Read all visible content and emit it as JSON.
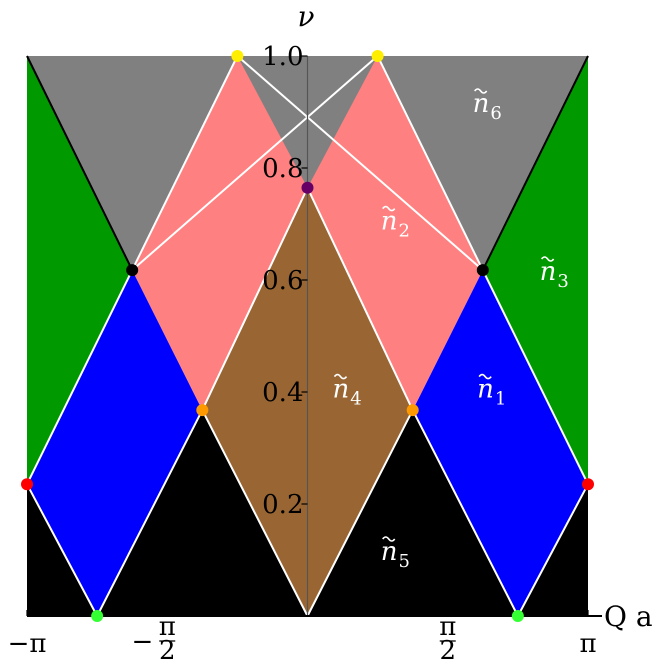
{
  "chart_data": {
    "type": "area",
    "xlabel": "Q a",
    "ylabel": "ν",
    "xlim": [
      -3.14159,
      3.14159
    ],
    "ylim": [
      0,
      1.0
    ],
    "x_ticks": [
      {
        "value": -3.14159,
        "label": "−π",
        "kind": "plain"
      },
      {
        "value": -1.5708,
        "label": "−",
        "num": "π",
        "den": "2",
        "kind": "frac"
      },
      {
        "value": 1.5708,
        "label": "",
        "num": "π",
        "den": "2",
        "kind": "frac"
      },
      {
        "value": 3.14159,
        "label": "π",
        "kind": "plain"
      }
    ],
    "y_ticks": [
      {
        "value": 0.2,
        "label": "0.2"
      },
      {
        "value": 0.4,
        "label": "0.4"
      },
      {
        "value": 0.6,
        "label": "0.6"
      },
      {
        "value": 0.8,
        "label": "0.8"
      },
      {
        "value": 1.0,
        "label": "1.0"
      }
    ],
    "regions": [
      {
        "name": "black-bottom",
        "color": "#000000",
        "points": [
          [
            -3.14159,
            0
          ],
          [
            3.14159,
            0
          ],
          [
            3.14159,
            0.2353
          ],
          [
            2.356,
            0
          ],
          [
            1.1781,
            0.3676
          ],
          [
            0,
            0
          ],
          [
            -1.1781,
            0.3676
          ],
          [
            -2.356,
            0
          ],
          [
            -3.14159,
            0.2353
          ]
        ]
      },
      {
        "name": "green-left",
        "color": "#009900",
        "points": [
          [
            -3.14159,
            0.2353
          ],
          [
            -3.14159,
            1.0
          ],
          [
            -1.9635,
            0.6176
          ]
        ]
      },
      {
        "name": "green-right",
        "color": "#009900",
        "points": [
          [
            3.14159,
            0.2353
          ],
          [
            3.14159,
            1.0
          ],
          [
            1.9635,
            0.6176
          ]
        ]
      },
      {
        "name": "gray-top",
        "color": "#808080",
        "points": [
          [
            -3.14159,
            1.0
          ],
          [
            3.14159,
            1.0
          ],
          [
            1.9635,
            0.6176
          ],
          [
            0,
            0.7647
          ],
          [
            -1.9635,
            0.6176
          ]
        ]
      },
      {
        "name": "blue-left",
        "color": "#0000ff",
        "points": [
          [
            -2.356,
            0
          ],
          [
            -3.14159,
            0.2353
          ],
          [
            -1.9635,
            0.6176
          ],
          [
            -1.1781,
            0.3676
          ]
        ]
      },
      {
        "name": "blue-right",
        "color": "#0000ff",
        "points": [
          [
            2.356,
            0
          ],
          [
            3.14159,
            0.2353
          ],
          [
            1.9635,
            0.6176
          ],
          [
            1.1781,
            0.3676
          ]
        ]
      },
      {
        "name": "pink-left",
        "color": "#ff8080",
        "points": [
          [
            -0.7854,
            1.0
          ],
          [
            -1.9635,
            0.6176
          ],
          [
            -1.1781,
            0.3676
          ],
          [
            0,
            0.7647
          ]
        ]
      },
      {
        "name": "pink-right",
        "color": "#ff8080",
        "points": [
          [
            0.7854,
            1.0
          ],
          [
            1.9635,
            0.6176
          ],
          [
            1.1781,
            0.3676
          ],
          [
            0,
            0.7647
          ]
        ]
      },
      {
        "name": "brown-center",
        "color": "#996633",
        "points": [
          [
            0,
            0
          ],
          [
            1.1781,
            0.3676
          ],
          [
            0,
            0.7647
          ],
          [
            -1.1781,
            0.3676
          ]
        ]
      }
    ],
    "region_labels": [
      {
        "text": "n",
        "sub": "1",
        "x": 1.9,
        "y": 0.39,
        "color": "#ffffff"
      },
      {
        "text": "n",
        "sub": "2",
        "x": 0.82,
        "y": 0.69,
        "color": "#ffffff"
      },
      {
        "text": "n",
        "sub": "3",
        "x": 2.6,
        "y": 0.6,
        "color": "#ffffff"
      },
      {
        "text": "n",
        "sub": "4",
        "x": 0.28,
        "y": 0.39,
        "color": "#ffffff"
      },
      {
        "text": "n",
        "sub": "5",
        "x": 0.82,
        "y": 0.1,
        "color": "#ffffff"
      },
      {
        "text": "n",
        "sub": "6",
        "x": 1.85,
        "y": 0.9,
        "color": "#ffffff"
      }
    ],
    "points": [
      {
        "x": -0.7854,
        "y": 1.0,
        "color": "#ffee00"
      },
      {
        "x": 0.7854,
        "y": 1.0,
        "color": "#ffee00"
      },
      {
        "x": 0,
        "y": 0.7647,
        "color": "#660066"
      },
      {
        "x": -1.9635,
        "y": 0.6176,
        "color": "#000000"
      },
      {
        "x": 1.9635,
        "y": 0.6176,
        "color": "#000000"
      },
      {
        "x": -1.1781,
        "y": 0.3676,
        "color": "#ff9900"
      },
      {
        "x": 1.1781,
        "y": 0.3676,
        "color": "#ff9900"
      },
      {
        "x": -3.14159,
        "y": 0.2353,
        "color": "#ff0000"
      },
      {
        "x": 3.14159,
        "y": 0.2353,
        "color": "#ff0000"
      },
      {
        "x": -2.356,
        "y": 0,
        "color": "#33ff33"
      },
      {
        "x": 2.356,
        "y": 0,
        "color": "#33ff33"
      }
    ],
    "white_lines": [
      [
        [
          -3.14159,
          0.2353
        ],
        [
          -2.356,
          0
        ],
        [
          -1.1781,
          0.3676
        ],
        [
          0,
          0
        ],
        [
          1.1781,
          0.3676
        ],
        [
          2.356,
          0
        ],
        [
          3.14159,
          0.2353
        ]
      ],
      [
        [
          -3.14159,
          0.2353
        ],
        [
          -0.7854,
          1.0
        ]
      ],
      [
        [
          3.14159,
          0.2353
        ],
        [
          0.7854,
          1.0
        ]
      ],
      [
        [
          -0.7854,
          1.0
        ],
        [
          1.9635,
          0.6176
        ]
      ],
      [
        [
          0.7854,
          1.0
        ],
        [
          -1.9635,
          0.6176
        ]
      ],
      [
        [
          -1.1781,
          0.3676
        ],
        [
          0,
          0.7647
        ],
        [
          1.1781,
          0.3676
        ]
      ]
    ],
    "black_lines": [
      [
        [
          -3.14159,
          1.0
        ],
        [
          -1.9635,
          0.6176
        ]
      ],
      [
        [
          3.14159,
          1.0
        ],
        [
          1.9635,
          0.6176
        ]
      ]
    ]
  }
}
